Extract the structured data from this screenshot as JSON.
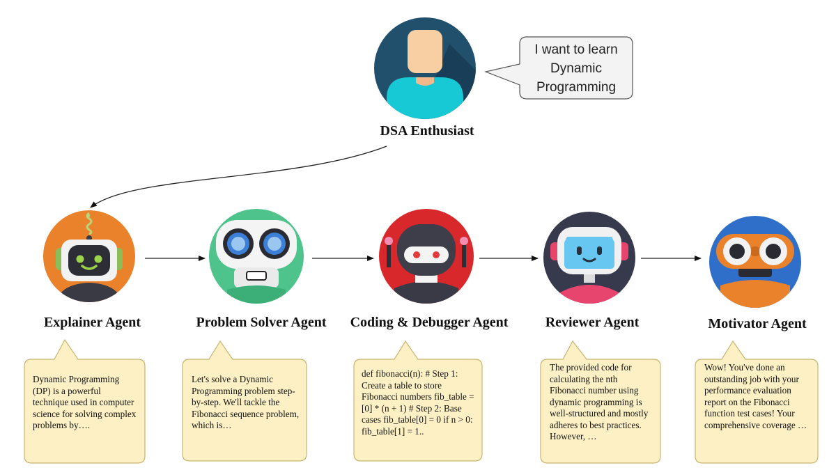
{
  "user": {
    "name": "DSA Enthusiast",
    "speech": "I want to learn Dynamic Programming",
    "icon": "user-avatar-icon"
  },
  "agents": [
    {
      "name": "Explainer Agent",
      "icon": "explainer-robot-icon",
      "message": "Dynamic Programming (DP) is a powerful technique used in computer science for solving complex problems by…."
    },
    {
      "name": "Problem Solver Agent",
      "icon": "problem-solver-robot-icon",
      "message": "Let's solve a Dynamic Programming problem step-by-step. We'll tackle the Fibonacci sequence problem, which is…"
    },
    {
      "name": "Coding & Debugger Agent",
      "icon": "coding-debugger-robot-icon",
      "message": "def fibonacci(n): # Step 1: Create a table to store Fibonacci numbers fib_table = [0] * (n + 1) # Step 2: Base cases fib_table[0] = 0 if n > 0: fib_table[1] = 1.."
    },
    {
      "name": "Reviewer Agent",
      "icon": "reviewer-robot-icon",
      "message": "The provided code for calculating the nth Fibonacci number using dynamic programming is well-structured and mostly adheres to best practices. However, …"
    },
    {
      "name": "Motivator Agent",
      "icon": "motivator-robot-icon",
      "message": "Wow! You've done an outstanding job with your performance evaluation report on the Fibonacci function test cases! Your comprehensive coverage …"
    }
  ],
  "colors": {
    "bubble_fill": "#fdf0c4",
    "bubble_stroke": "#c9b56e",
    "user_bubble_fill": "#f3f3f3",
    "user_avatar_bg": "#20506c",
    "user_body": "#17c9d4",
    "user_face": "#f8cfa3"
  }
}
